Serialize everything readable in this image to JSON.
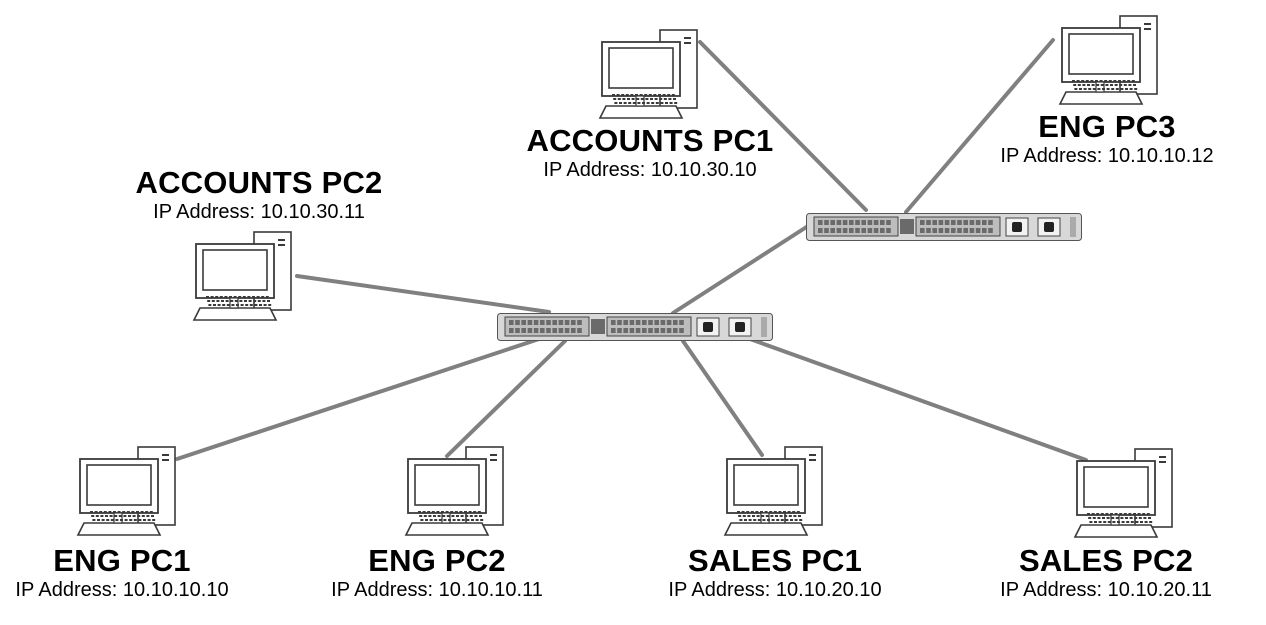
{
  "colors": {
    "link": "#808080",
    "device_outline": "#3a3a3a",
    "switch_body": "#d8d8d8",
    "switch_dark": "#6a6a6a"
  },
  "icons": {
    "pc": "desktop-computer-icon",
    "switch": "network-switch-icon"
  },
  "ip_prefix": "IP Address: ",
  "pcs": [
    {
      "id": "accounts-pc1",
      "name": "ACCOUNTS PC1",
      "ip": "10.10.30.10"
    },
    {
      "id": "eng-pc3",
      "name": "ENG PC3",
      "ip": "10.10.10.12"
    },
    {
      "id": "accounts-pc2",
      "name": "ACCOUNTS PC2",
      "ip": "10.10.30.11"
    },
    {
      "id": "eng-pc1",
      "name": "ENG PC1",
      "ip": "10.10.10.10"
    },
    {
      "id": "eng-pc2",
      "name": "ENG PC2",
      "ip": "10.10.10.11"
    },
    {
      "id": "sales-pc1",
      "name": "SALES PC1",
      "ip": "10.10.20.10"
    },
    {
      "id": "sales-pc2",
      "name": "SALES PC2",
      "ip": "10.10.20.11"
    }
  ],
  "switches": [
    {
      "id": "switch-top"
    },
    {
      "id": "switch-center"
    }
  ],
  "connections": [
    [
      "accounts-pc1",
      "switch-top"
    ],
    [
      "eng-pc3",
      "switch-top"
    ],
    [
      "switch-top",
      "switch-center"
    ],
    [
      "accounts-pc2",
      "switch-center"
    ],
    [
      "eng-pc1",
      "switch-center"
    ],
    [
      "eng-pc2",
      "switch-center"
    ],
    [
      "sales-pc1",
      "switch-center"
    ],
    [
      "sales-pc2",
      "switch-center"
    ]
  ]
}
